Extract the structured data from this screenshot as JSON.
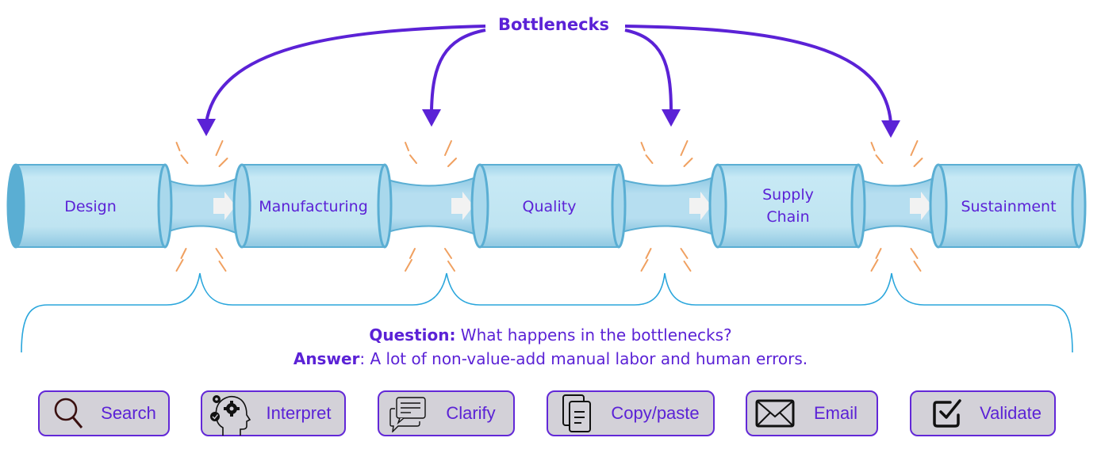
{
  "title": "Bottlenecks",
  "stages": [
    {
      "label": "Design"
    },
    {
      "label": "Manufacturing"
    },
    {
      "label": "Quality"
    },
    {
      "label": "Supply Chain",
      "lines": [
        "Supply",
        "Chain"
      ]
    },
    {
      "label": "Sustainment"
    }
  ],
  "qa": {
    "question_label": "Question:",
    "question_text": " What happens in the bottlenecks?",
    "answer_label": "Answer",
    "answer_text": ": A lot of non-value-add manual labor and human errors."
  },
  "tasks": [
    {
      "label": "Search",
      "icon": "magnifier-icon"
    },
    {
      "label": "Interpret",
      "icon": "head-gears-icon"
    },
    {
      "label": "Clarify",
      "icon": "chat-bubbles-icon"
    },
    {
      "label": "Copy/paste",
      "icon": "documents-icon"
    },
    {
      "label": "Email",
      "icon": "envelope-icon"
    },
    {
      "label": "Validate",
      "icon": "checkbox-icon"
    }
  ],
  "colors": {
    "accent": "#5b22d6",
    "pipe_fill": "#bfe4f1",
    "pipe_edge": "#5aaed3",
    "burst": "#f0a060",
    "brace": "#2aa6dc",
    "task_bg": "#d3d1d8"
  }
}
